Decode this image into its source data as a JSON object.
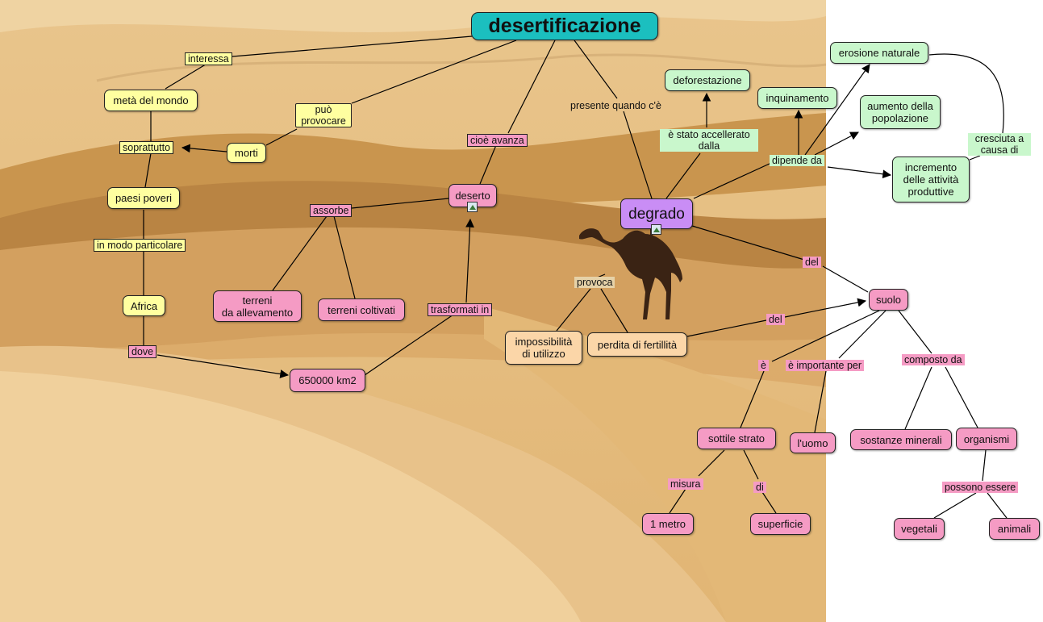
{
  "map": {
    "title": "desertificazione",
    "nodes": {
      "meta_mondo": "metà del mondo",
      "morti": "morti",
      "paesi_poveri": "paesi poveri",
      "africa": "Africa",
      "km": "650000 km2",
      "deserto": "deserto",
      "terreni_allevamento": "terreni\nda allevamento",
      "terreni_coltivati": "terreni coltivati",
      "degrado": "degrado",
      "impossibilita": "impossibilità\ndi utilizzo",
      "perdita": "perdita di fertillità",
      "deforestazione": "deforestazione",
      "inquinamento": "inquinamento",
      "erosione": "erosione naturale",
      "aumento": "aumento della\npopolazione",
      "incremento": "incremento\ndelle attività\nproduttive",
      "suolo": "suolo",
      "sottile_strato": "sottile strato",
      "luomo": "l'uomo",
      "sostanze": "sostanze minerali",
      "organismi": "organismi",
      "un_metro": "1 metro",
      "superficie": "superficie",
      "vegetali": "vegetali",
      "animali": "animali"
    },
    "links": {
      "interessa": "interessa",
      "puo_provocare": "può\nprovocare",
      "soprattutto": "soprattutto",
      "in_modo": "in modo particolare",
      "dove": "dove",
      "cioe_avanza": "cioè avanza",
      "assorbe": "assorbe",
      "trasformati": "trasformati in",
      "presente": "presente quando c'è",
      "accelerato": "è stato accellerato\ndalla",
      "dipende": "dipende da",
      "cresciuta": "cresciuta a\ncausa di",
      "provoca": "provoca",
      "del1": "del",
      "del2": "del",
      "e": "è",
      "importante": "è importante per",
      "composto": "composto da",
      "misura": "misura",
      "di": "di",
      "possono": "possono essere"
    }
  },
  "colors": {
    "concept_yellow": "#ffffa0",
    "concept_pink": "#f59bc4",
    "concept_green": "#c9f7cc",
    "concept_peach": "#fbd6a8",
    "title_teal": "#1bbfbf",
    "degrado_violet": "#c98df5"
  }
}
